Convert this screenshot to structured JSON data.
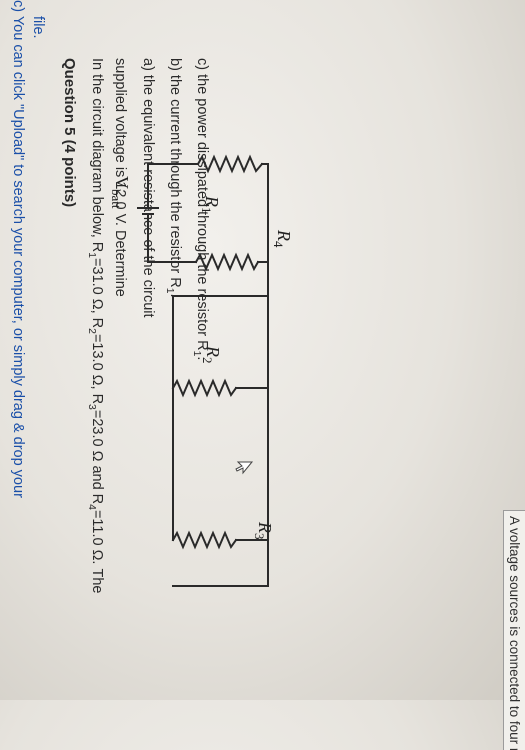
{
  "upload_instruction": {
    "line1": "c) You can click \"Upload\" to search your computer, or simply drag & drop your",
    "line2": "file."
  },
  "question": {
    "title": "Question 5 (4 points)",
    "line1_pre": "In the circuit diagram below, R",
    "line1_s1": "1",
    "line1_t1": "=31.0 Ω, R",
    "line1_s2": "2",
    "line1_t2": "=13.0 Ω, R",
    "line1_s3": "3",
    "line1_t3": "=23.0 Ω and R",
    "line1_s4": "4",
    "line1_t4": "=11.0 Ω. The",
    "line2": "supplied voltage is 12.0 V. Determine",
    "part_a": "a) the equivalent resistance of the circuit",
    "part_b_pre": "b) the current through the resistor R",
    "part_b_sub": "1",
    "part_b_post": ".",
    "part_c_pre": "c) the power dissipated through the resistor R",
    "part_c_sub": "1",
    "part_c_post": "."
  },
  "circuit": {
    "battery_label": "V",
    "battery_sub": "batt",
    "r1_label": "R",
    "r1_sub": "1",
    "r2_label": "R",
    "r2_sub": "2",
    "r3_label": "R",
    "r3_sub": "3",
    "r4_label": "R",
    "r4_sub": "4"
  },
  "image_caption": "A voltage sources is connected to four resistors in"
}
